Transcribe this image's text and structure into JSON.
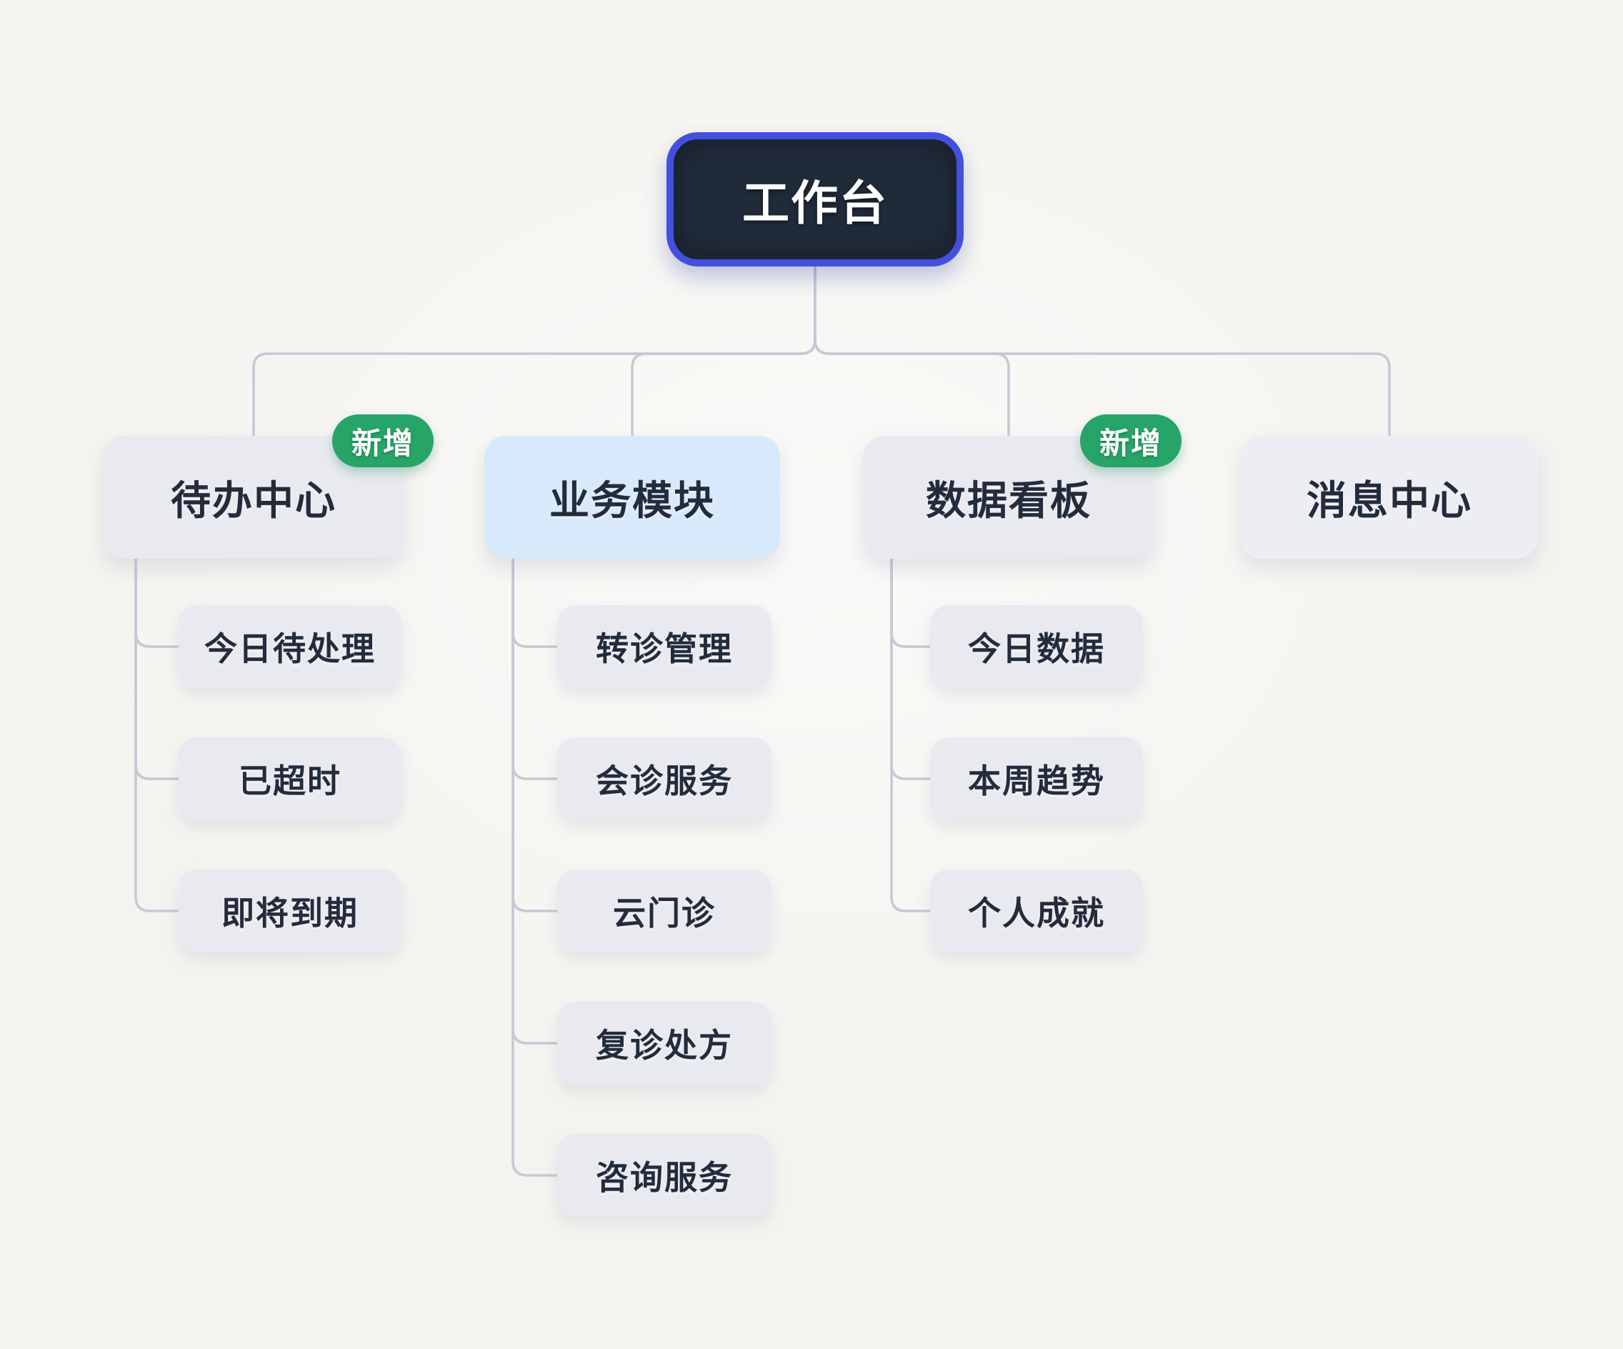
{
  "page": {
    "background_color": "#f4f3ef"
  },
  "mindmap": {
    "root": {
      "label": "工作台",
      "bg_color": "#202b3a",
      "border_color": "#4350de"
    },
    "branches": [
      {
        "label": "待办中心",
        "badge": "新增",
        "highlighted": false,
        "children": [
          "今日待处理",
          "已超时",
          "即将到期"
        ]
      },
      {
        "label": "业务模块",
        "badge": null,
        "highlighted": true,
        "children": [
          "转诊管理",
          "会诊服务",
          "云门诊",
          "复诊处方",
          "咨询服务"
        ]
      },
      {
        "label": "数据看板",
        "badge": "新增",
        "highlighted": false,
        "children": [
          "今日数据",
          "本周趋势",
          "个人成就"
        ]
      },
      {
        "label": "消息中心",
        "badge": null,
        "highlighted": false,
        "children": []
      }
    ],
    "colors": {
      "badge_bg": "#27a468",
      "badge_text": "#ffffff",
      "node_bg": "#e9eaef",
      "highlight_node_bg": "#d7e9fa",
      "connector": "#c5c9d4",
      "node_text": "#232c3c"
    }
  }
}
